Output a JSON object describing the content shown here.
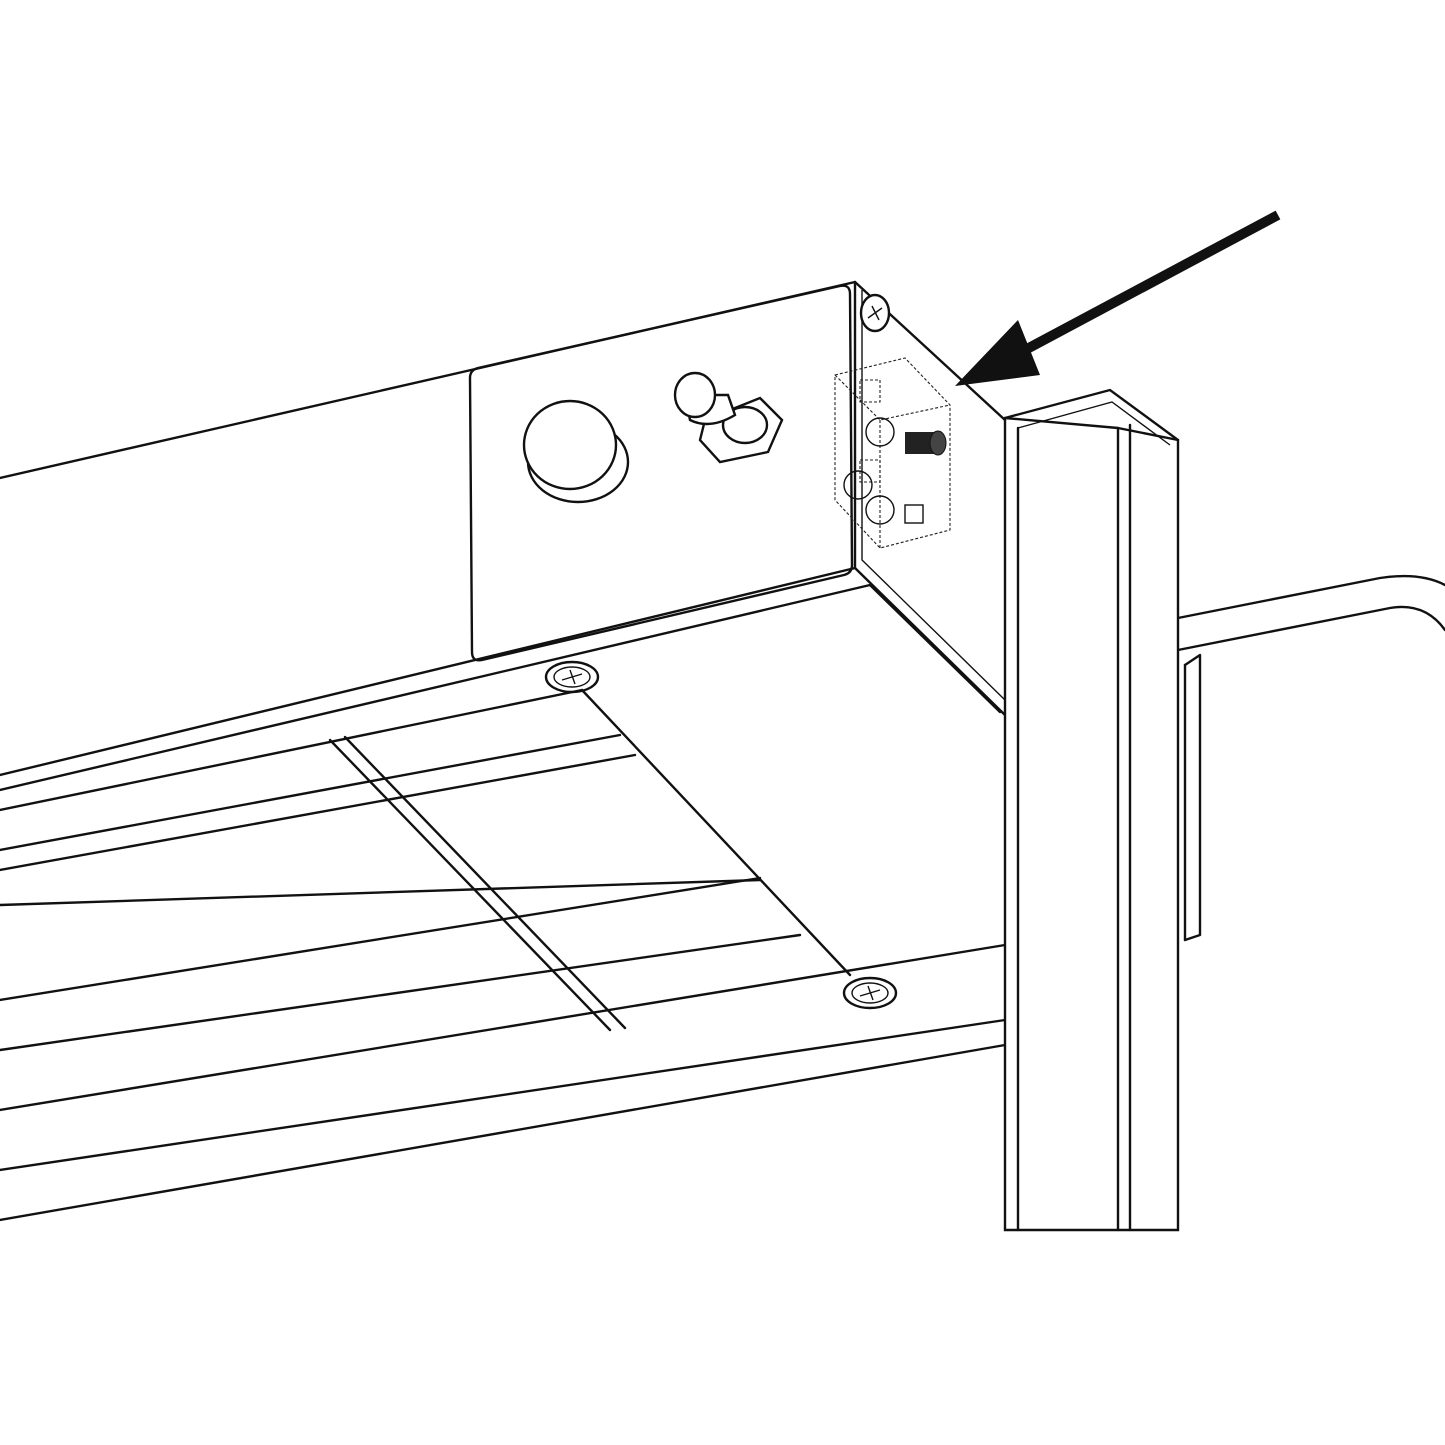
{
  "figure": {
    "kind": "technical line illustration",
    "colors": {
      "line": "#111111",
      "background": "#ffffff"
    },
    "parts": [
      "housing",
      "control-panel-plate",
      "push-button",
      "toggle-switch",
      "terminal-block",
      "pointer-arrow",
      "upright-post",
      "handle-rail",
      "shelf",
      "screws"
    ]
  }
}
